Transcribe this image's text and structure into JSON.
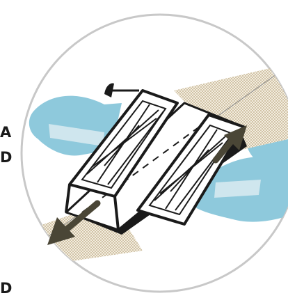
{
  "edge_text": {
    "line1": "A",
    "line2": "D",
    "line3": "D"
  },
  "colors": {
    "circle_border": "#c8c8c8",
    "water": "#8ec9dc",
    "dotted_ground": "#c9b791",
    "bridge_outline": "#1a1a1a",
    "bridge_fill": "#ffffff",
    "arrow": "#4a4636"
  },
  "icons": {
    "arrow_left": "double-arrow-down-left",
    "arrow_right": "double-arrow-up-right"
  }
}
